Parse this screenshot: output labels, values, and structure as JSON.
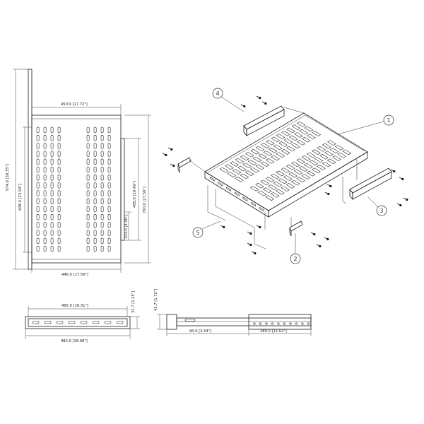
{
  "dimensions": {
    "shelf_top_width": "450.0 [17.72\"]",
    "shelf_bottom_width": "446.0 [17.56\"]",
    "overall_height": "974.0 [38.35\"]",
    "inner_height": "608.0 [23.94\"]",
    "slot_height": "495.0 [19.49\"]",
    "total_depth": "700.0 [27.56\"]",
    "bracket_height": "103.0 [4.06\"]",
    "front_inner_width": "465.0 [18.31\"]",
    "front_outer_width": "482.0 [18.98\"]",
    "front_thickness": "31.7 [1.25\"]",
    "rail_height": "43.7 [1.72\"]",
    "rail_min": "90.0 [3.54\"]",
    "rail_max": "280.0 [11.02\"]"
  },
  "callouts": {
    "c1": "1",
    "c2": "2",
    "c3": "3",
    "c4": "4",
    "c5": "5"
  }
}
